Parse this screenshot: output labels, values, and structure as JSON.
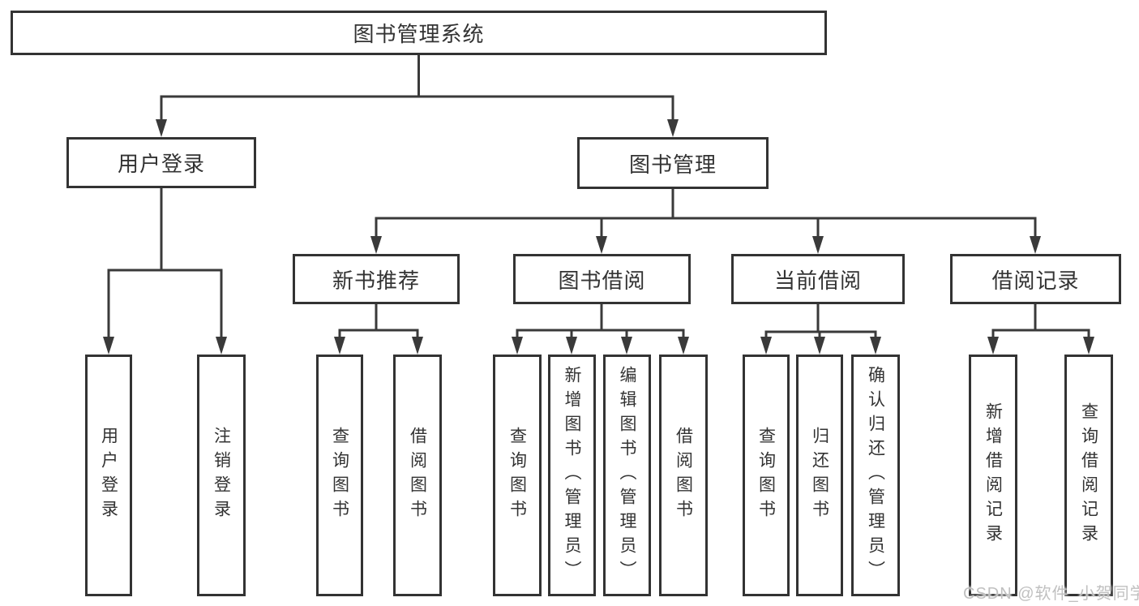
{
  "diagram": {
    "root": {
      "label": "图书管理系统"
    },
    "branches": [
      {
        "label": "用户登录",
        "children": [
          {
            "label": "用户登录"
          },
          {
            "label": "注销登录"
          }
        ]
      },
      {
        "label": "图书管理",
        "children": [
          {
            "label": "新书推荐",
            "children": [
              {
                "label": "查询图书"
              },
              {
                "label": "借阅图书"
              }
            ]
          },
          {
            "label": "图书借阅",
            "children": [
              {
                "label": "查询图书"
              },
              {
                "label": "新增图书（管理员）"
              },
              {
                "label": "编辑图书（管理员）"
              },
              {
                "label": "借阅图书"
              }
            ]
          },
          {
            "label": "当前借阅",
            "children": [
              {
                "label": "查询图书"
              },
              {
                "label": "归还图书"
              },
              {
                "label": "确认归还（管理员）"
              }
            ]
          },
          {
            "label": "借阅记录",
            "children": [
              {
                "label": "新增借阅记录"
              },
              {
                "label": "查询借阅记录"
              }
            ]
          }
        ]
      }
    ]
  },
  "watermark": {
    "text": "CSDN @软件_小贺同学"
  },
  "colors": {
    "line": "#3a3a3a",
    "box_border": "#333333",
    "text": "#333333",
    "background": "#ffffff",
    "watermark": "#c0c0c0"
  }
}
